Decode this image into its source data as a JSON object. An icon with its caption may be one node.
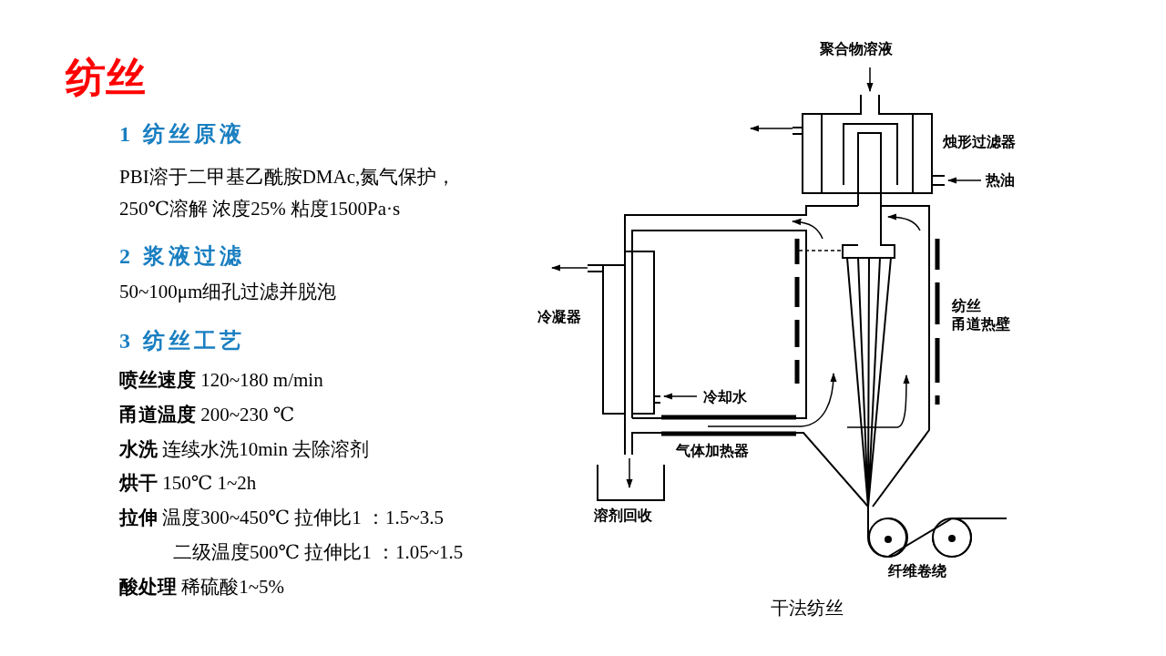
{
  "diagram": {
    "title": "纺丝",
    "caption": "干法纺丝",
    "labels": [
      "1 纺丝原液",
      "PBI溶于二甲基乙酰胺DMAc,氮气保护，",
      "250℃溶解 浓度25% 粘度1500Pa·s",
      "2 浆液过滤",
      "50~100μm细孔过滤并脱泡",
      "3 纺丝工艺",
      "**喷丝速度** 120~180 m/min",
      "**甬道温度** 200~230 ℃",
      "**水洗** 连续水洗10min 去除溶剂",
      "**烘干** 150℃ 1~2h",
      "**拉伸** 温度300~450℃ 拉伸比1 ：1.5~3.5",
      "二级温度500℃ 拉伸比1 ：1.05~1.5",
      "**酸处理** 稀硫酸1~5%",
      "聚合物溶液",
      "烛形过滤器",
      "热油",
      "冷凝器",
      "纺丝",
      "甬道热壁",
      "冷却水",
      "气体加热器",
      "溶剂回收",
      "纤维卷绕"
    ]
  }
}
